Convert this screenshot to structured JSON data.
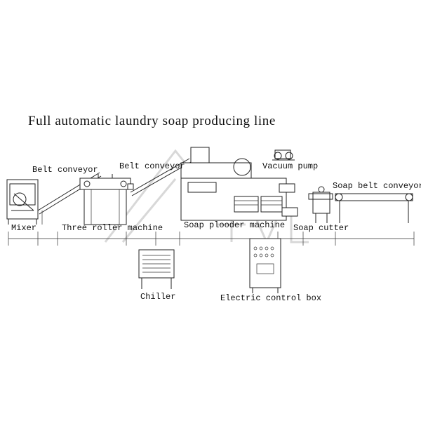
{
  "title": "Full automatic laundry soap producing line",
  "labels": {
    "belt_conveyor_1": "Belt conveyor",
    "belt_conveyor_2": "Belt conveyor",
    "vacuum_pump": "Vacuum pump",
    "soap_belt_conveyor": "Soap belt conveyor",
    "mixer": "Mixer",
    "three_roller_machine": "Three roller machine",
    "soap_plodder_machine": "Soap plooder machine",
    "soap_cutter": "Soap cutter",
    "chiller": "Chiller",
    "electric_control_box": "Electric control box"
  }
}
